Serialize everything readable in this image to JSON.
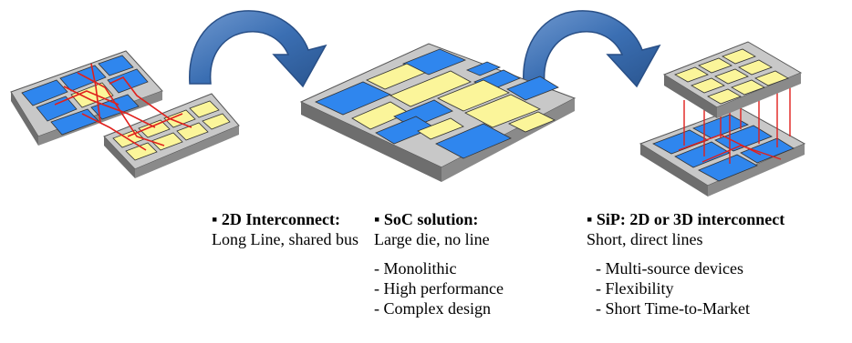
{
  "captions": {
    "interconnect_2d": {
      "heading": "▪ 2D Interconnect:",
      "subtitle": "Long Line, shared bus",
      "bullets": []
    },
    "soc": {
      "heading": "▪ SoC solution:",
      "subtitle": "Large die, no line",
      "bullets": [
        "- Monolithic",
        "- High performance",
        "- Complex design"
      ]
    },
    "sip": {
      "heading": "▪ SiP: 2D or 3D interconnect",
      "subtitle": "Short, direct lines",
      "bullets": [
        "- Multi-source devices",
        "- Flexibility",
        "- Short Time-to-Market"
      ]
    }
  },
  "colors": {
    "die_blue": "#2f86ee",
    "die_yellow": "#fbf59a",
    "substrate_top": "#c8c8c8",
    "substrate_side": "#6e6e6e",
    "wire_red": "#e0201c",
    "arrow_blue": "#2c5f9e"
  },
  "icons": [
    "curved-arrow-icon",
    "chip-package-icon"
  ]
}
